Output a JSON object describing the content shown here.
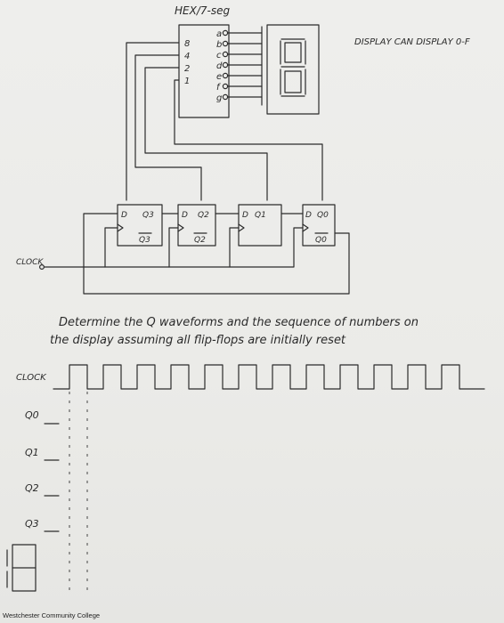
{
  "decoder": {
    "title": "HEX/7-seg",
    "inputs": [
      "8",
      "4",
      "2",
      "1"
    ],
    "outputs": [
      "a",
      "b",
      "c",
      "d",
      "e",
      "f",
      "g"
    ]
  },
  "display_note": "DISPLAY CAN DISPLAY 0-F",
  "flipflops": [
    {
      "d": "D",
      "q": "Q3",
      "qbar": "Q3"
    },
    {
      "d": "D",
      "q": "Q2",
      "qbar": "Q2"
    },
    {
      "d": "D",
      "q": "Q1",
      "qbar": ""
    },
    {
      "d": "D",
      "q": "Q0",
      "qbar": "Q0"
    }
  ],
  "clock_input_label": "CLOCK",
  "question": {
    "line1": "Determine the Q waveforms and the sequence of numbers on",
    "line2": "the display assuming all flip-flops are initially reset"
  },
  "timing": {
    "clock_label": "CLOCK",
    "rows": [
      "Q0",
      "Q1",
      "Q2",
      "Q3"
    ]
  },
  "footer": "Westchester Community College"
}
